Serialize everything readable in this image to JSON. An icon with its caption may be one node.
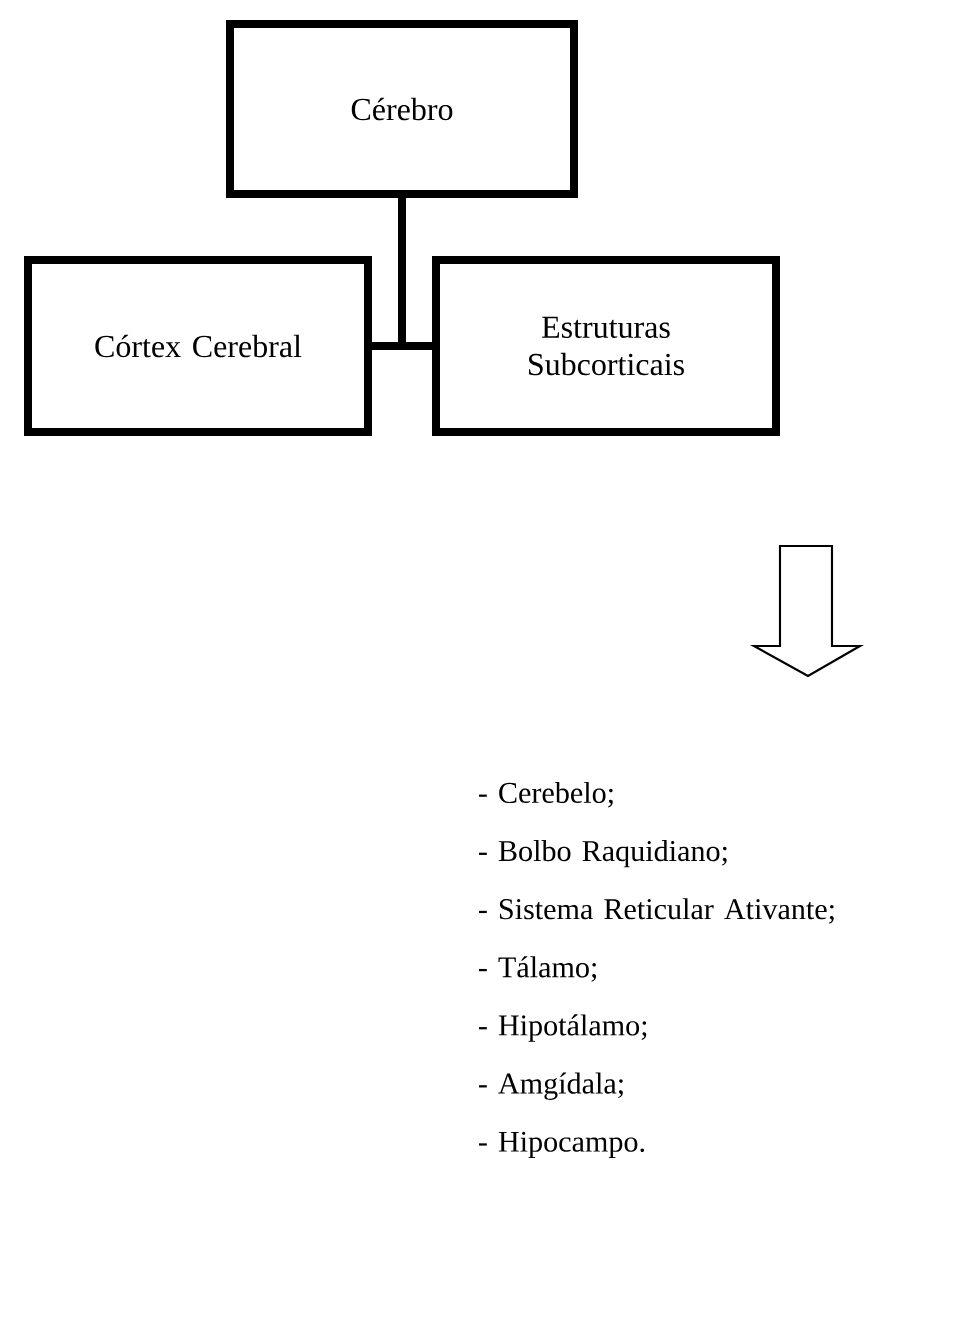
{
  "diagram": {
    "nodes": [
      {
        "text": [
          "Cérebro"
        ]
      },
      {
        "text": [
          "Córtex Cerebral"
        ]
      },
      {
        "text": [
          "Estruturas Subcorticais"
        ]
      },
      {
        "text": [
          "- Cerebelo;",
          "- Bolbo Raquidiano;",
          "- Sistema Reticular Ativante;",
          "- Tálamo;",
          "- Hipotálamo;",
          "- Amgídala;",
          "- Hipocampo."
        ]
      }
    ],
    "edges": [
      {
        "from": 0,
        "to": 1,
        "arrow": "none"
      },
      {
        "from": 0,
        "to": 2,
        "arrow": "none"
      },
      {
        "from": 2,
        "to": 3,
        "arrow": "to"
      }
    ]
  }
}
